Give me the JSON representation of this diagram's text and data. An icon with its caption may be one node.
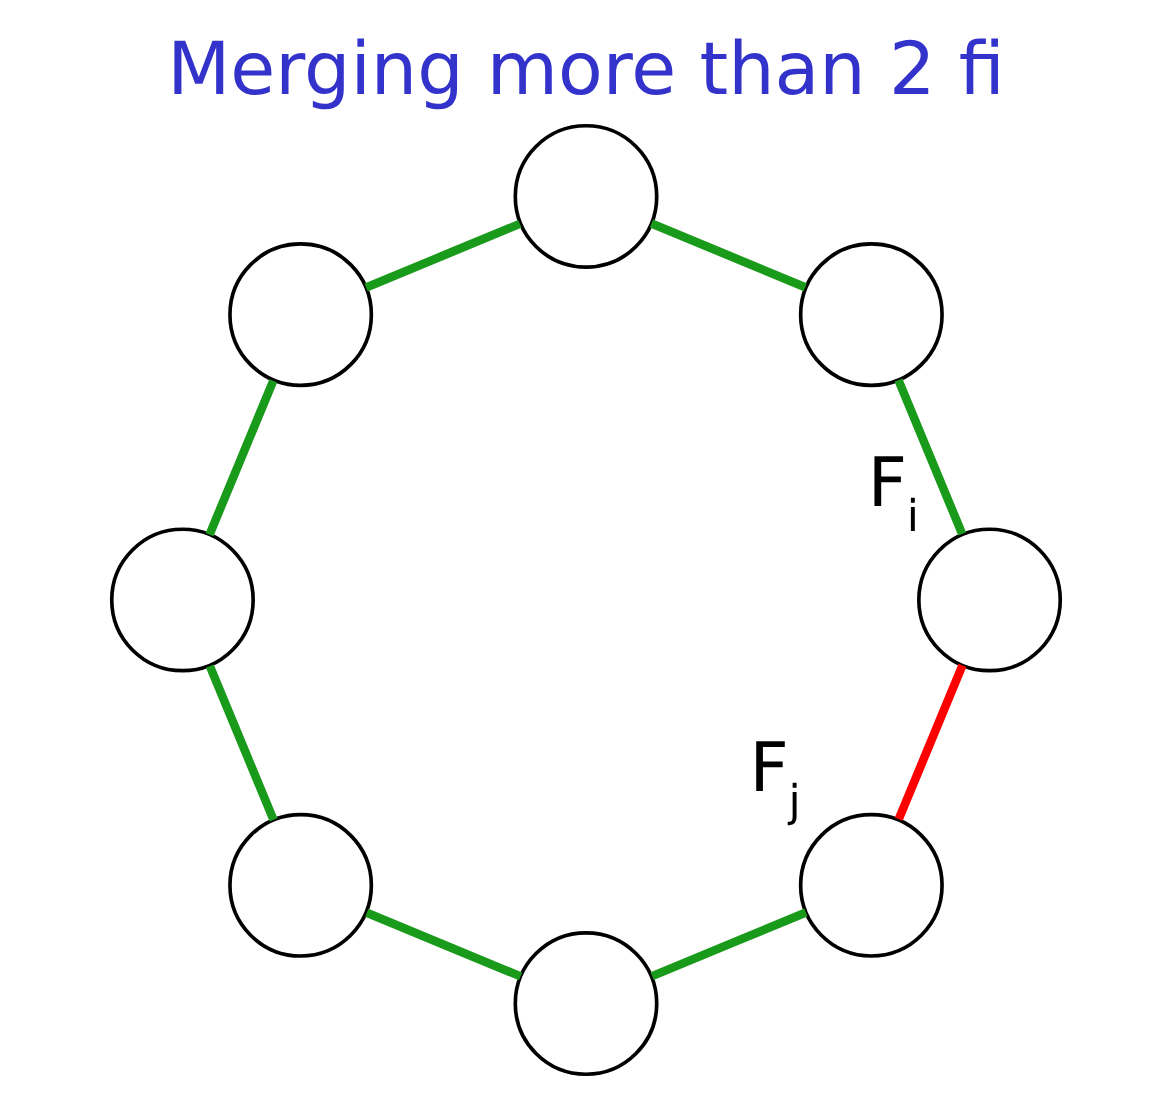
{
  "diagram": {
    "title": "Merging more than 2 fi",
    "nodes": [
      {
        "text": [],
        "shape": "circle",
        "beside": [
          "F$_{j}$"
        ]
      },
      {
        "text": [],
        "shape": "circle",
        "beside": [
          "F$_{i}$"
        ]
      },
      {
        "text": [],
        "shape": "circle"
      },
      {
        "text": [],
        "shape": "circle"
      },
      {
        "text": [],
        "shape": "circle"
      },
      {
        "text": [],
        "shape": "circle"
      },
      {
        "text": [],
        "shape": "circle"
      },
      {
        "text": [],
        "shape": "circle"
      }
    ],
    "edges": [
      {
        "from": 1,
        "to": 0,
        "arrow": "none",
        "color": "#ff0000"
      },
      {
        "from": 0,
        "to": 2,
        "arrow": "none"
      },
      {
        "from": 2,
        "to": 4,
        "arrow": "none"
      },
      {
        "from": 4,
        "to": 6,
        "arrow": "none"
      },
      {
        "from": 6,
        "to": 7,
        "arrow": "none"
      },
      {
        "from": 7,
        "to": 5,
        "arrow": "none"
      },
      {
        "from": 5,
        "to": 3,
        "arrow": "none"
      },
      {
        "from": 3,
        "to": 1,
        "arrow": "none"
      }
    ]
  }
}
